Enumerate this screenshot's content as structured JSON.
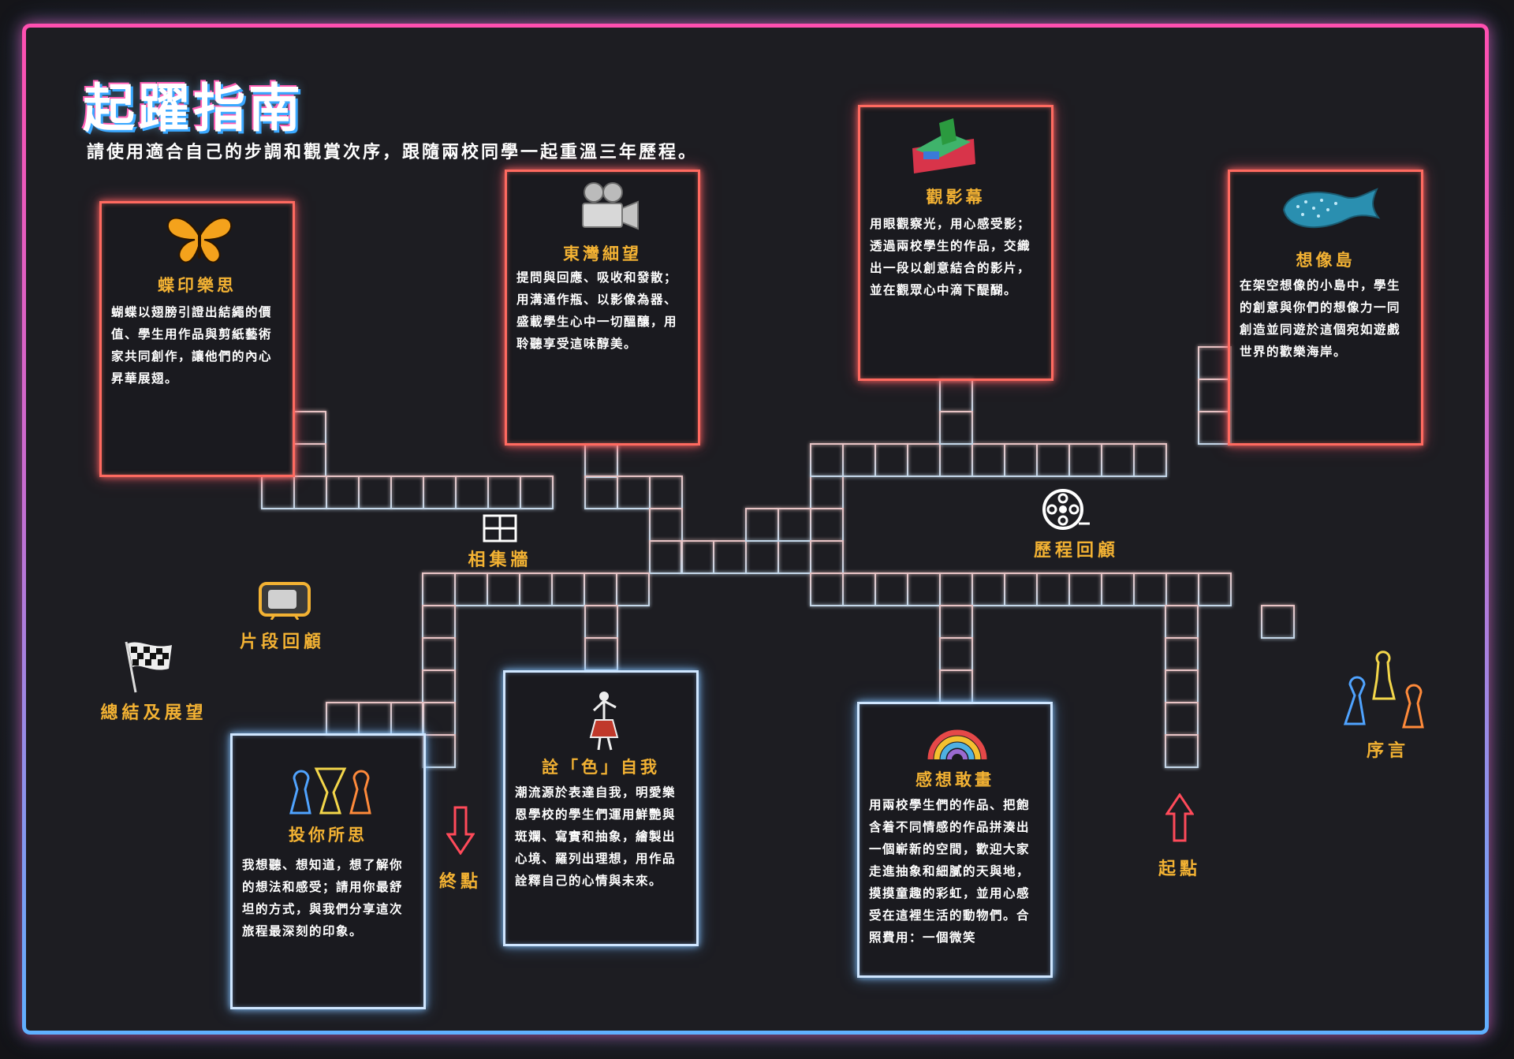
{
  "title": "起躍指南",
  "subtitle": "請使用適合自己的步調和觀賞次序，跟隨兩校同學一起重溫三年歷程。",
  "boxes": [
    {
      "id": "butterfly",
      "title": "蝶印樂思",
      "text": "蝴蝶以翅膀引證出結繩的價值、學生用作品與剪紙藝術家共同創作，讓他們的內心昇華展翅。"
    },
    {
      "id": "east-bay",
      "title": "東灣細望",
      "text": "提問與回應、吸收和發散；用溝通作瓶、以影像為器、盛載學生心中一切醞釀，用聆聽享受這味醇美。"
    },
    {
      "id": "screen",
      "title": "觀影幕",
      "text": "用眼觀察光，用心感受影；透過兩校學生的作品，交織出一段以創意結合的影片，並在觀眾心中滴下醍醐。"
    },
    {
      "id": "imagine",
      "title": "想像島",
      "text": "在架空想像的小島中，學生的創意與你們的想像力一同創造並同遊於這個宛如遊戲世界的歡樂海岸。"
    },
    {
      "id": "self",
      "title": "詮「色」自我",
      "text": "潮流源於表達自我，明愛樂恩學校的學生們運用鮮艷與斑斕、寫實和抽象，繪製出心境、羅列出理想，用作品詮釋自己的心情與未來。"
    },
    {
      "id": "feelings",
      "title": "感想敢畫",
      "text": "用兩校學生們的作品、把飽含着不同情感的作品拼湊出一個嶄新的空間，歡迎大家走進抽象和細膩的天與地，摸摸童趣的彩虹，並用心感受在這裡生活的動物們。合照費用：一個微笑"
    },
    {
      "id": "vote",
      "title": "投你所思",
      "text": "我想聽、想知道，想了解你的想法和感受；請用你最舒坦的方式，與我們分享這次旅程最深刻的印象。"
    }
  ],
  "labels": {
    "photo_wall": "相集牆",
    "history": "歷程回顧",
    "clips": "片段回顧",
    "summary": "總結及展望",
    "preface": "序言",
    "end": "終點",
    "start": "起點"
  },
  "colors": {
    "frame_top": "#ff4fb0",
    "frame_bottom": "#5fb0ff",
    "path": "#ffb0b0",
    "box_red": "#ff6a60",
    "box_blue": "#cfe6ff",
    "label": "#f3b233"
  },
  "icons": [
    "butterfly-icon",
    "film-camera-icon",
    "cake-screen-icon",
    "whale-shark-icon",
    "film-reel-icon",
    "photo-frame-icon",
    "tv-icon",
    "checkered-flag-icon",
    "chess-pieces-icon",
    "dancer-icon",
    "rainbow-icon",
    "trophy-pieces-icon",
    "arrow-down-icon",
    "arrow-up-icon"
  ]
}
